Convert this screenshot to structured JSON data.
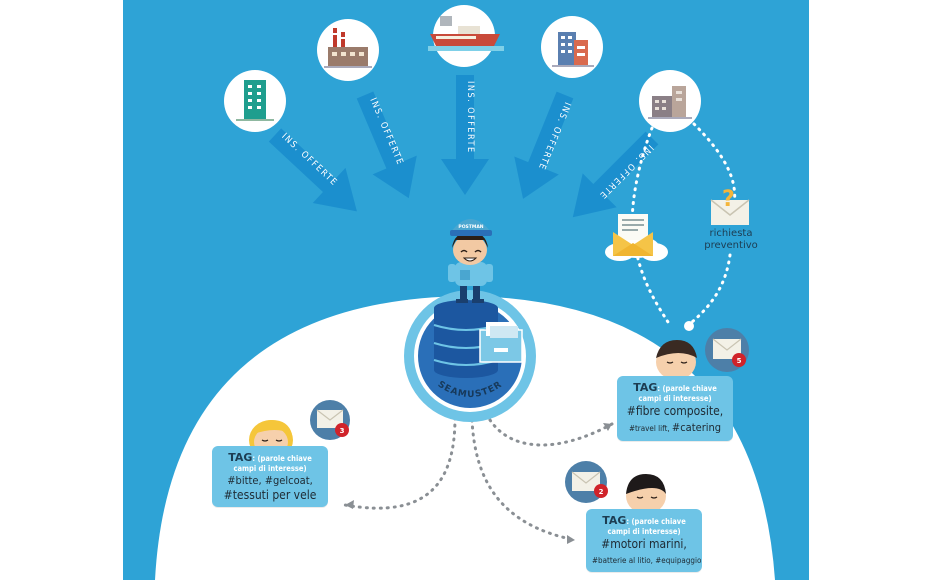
{
  "arrows": [
    {
      "label": "INS. OFFERTE"
    },
    {
      "label": "INS. OFFERTE"
    },
    {
      "label": "INS. OFFERTE"
    },
    {
      "label": "INS. OFFERTE"
    },
    {
      "label": "INS. OFFERTE"
    }
  ],
  "buildings": [
    {
      "icon": "office-tower-icon"
    },
    {
      "icon": "factory-icon"
    },
    {
      "icon": "ship-icon"
    },
    {
      "icon": "apartment-building-icon"
    },
    {
      "icon": "warehouse-icon"
    }
  ],
  "center": {
    "brand": "SEAMUSTER",
    "mascot_cap": "POSTMAN"
  },
  "request": {
    "line1": "richiesta",
    "line2": "preventivo"
  },
  "users": [
    {
      "badge": "3",
      "tag_title": "TAG",
      "tag_sub1": ": (parole chiave",
      "tag_sub2": "campi di interesse)",
      "line1": "#bitte, #gelcoat,",
      "line2": "#tessuti per vele"
    },
    {
      "badge": "5",
      "tag_title": "TAG",
      "tag_sub1": ": (parole chiave",
      "tag_sub2": "campi di interesse)",
      "line1": "#fibre composite,",
      "line2a": "#travel lift, ",
      "line2b": "#catering"
    },
    {
      "badge": "2",
      "tag_title": "TAG",
      "tag_sub1": ": (parole chiave",
      "tag_sub2": "campi di interesse)",
      "line1": "#motori marini,",
      "line2a": "#batterie al litio, ",
      "line2b": "#equipaggio"
    }
  ],
  "colors": {
    "sky": "#2ea3d6",
    "dome": "#ffffff",
    "arrow": "#1b8fce",
    "card": "#6ec4e6",
    "badge": "#d0232a"
  }
}
